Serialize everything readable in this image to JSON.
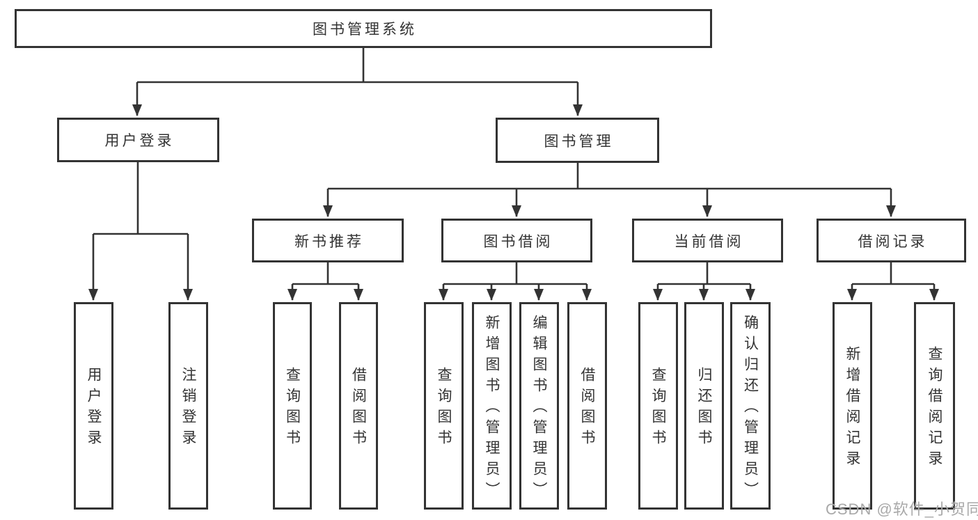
{
  "colors": {
    "line": "#333333",
    "border": "#333333",
    "text": "#333333",
    "watermark": "#a9a9a9",
    "background": "#ffffff"
  },
  "watermark": {
    "text": "CSDN @软件_小贺同学"
  },
  "tree": {
    "label": "图书管理系统",
    "children": [
      {
        "label": "用户登录",
        "children": [
          {
            "label": "用户登录"
          },
          {
            "label": "注销登录"
          }
        ]
      },
      {
        "label": "图书管理",
        "children": [
          {
            "label": "新书推荐",
            "children": [
              {
                "label": "查询图书"
              },
              {
                "label": "借阅图书"
              }
            ]
          },
          {
            "label": "图书借阅",
            "children": [
              {
                "label": "查询图书"
              },
              {
                "label": "新增图书（管理员）"
              },
              {
                "label": "编辑图书（管理员）"
              },
              {
                "label": "借阅图书"
              }
            ]
          },
          {
            "label": "当前借阅",
            "children": [
              {
                "label": "查询图书"
              },
              {
                "label": "归还图书"
              },
              {
                "label": "确认归还（管理员）"
              }
            ]
          },
          {
            "label": "借阅记录",
            "children": [
              {
                "label": "新增借阅记录"
              },
              {
                "label": "查询借阅记录"
              }
            ]
          }
        ]
      }
    ]
  }
}
